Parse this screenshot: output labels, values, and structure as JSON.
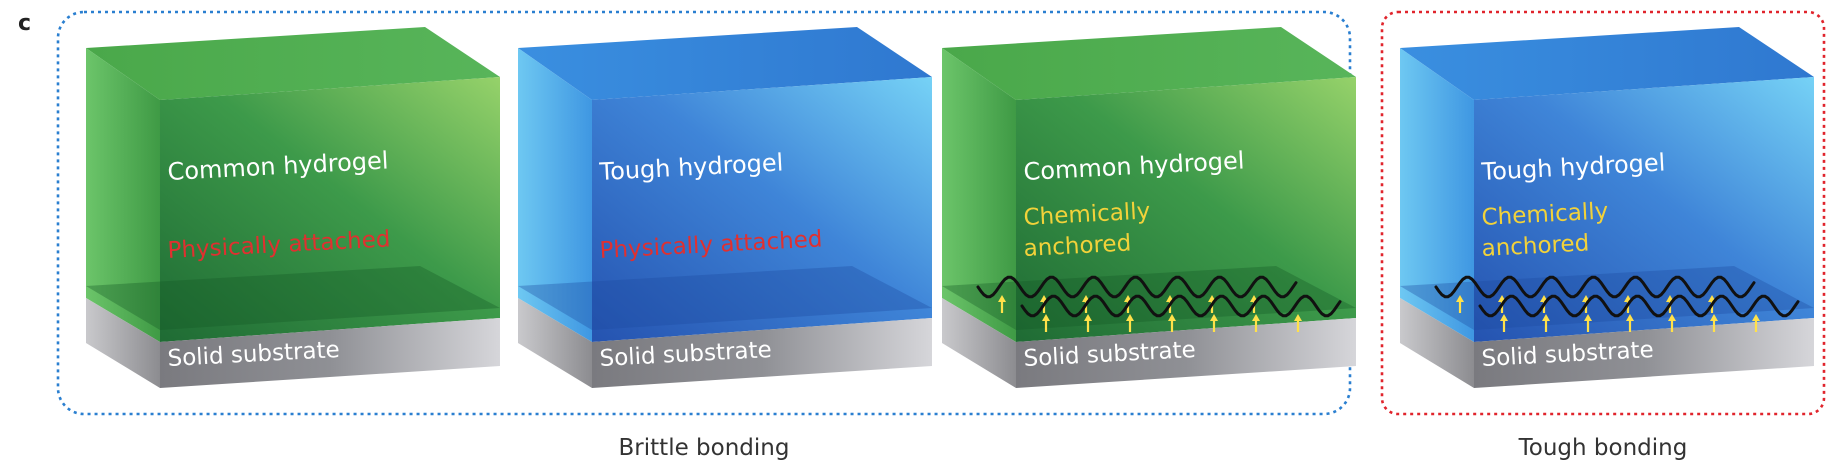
{
  "panel_label": "c",
  "groups": [
    {
      "label": "Brittle bonding",
      "border_color": "#2a7fd0"
    },
    {
      "label": "Tough bonding",
      "border_color": "#e0242c"
    }
  ],
  "panels": [
    {
      "hydrogel_label": "Common hydrogel",
      "interface_label": "Physically attached",
      "interface_color": "#e03030",
      "substrate_label": "Solid substrate",
      "gel_color": "green",
      "chemical_anchors": false
    },
    {
      "hydrogel_label": "Tough hydrogel",
      "interface_label": "Physically attached",
      "interface_color": "#e03030",
      "substrate_label": "Solid substrate",
      "gel_color": "blue",
      "chemical_anchors": false
    },
    {
      "hydrogel_label": "Common hydrogel",
      "interface_label_line1": "Chemically",
      "interface_label_line2": "anchored",
      "interface_color": "#f2d23a",
      "substrate_label": "Solid substrate",
      "gel_color": "green",
      "chemical_anchors": true
    },
    {
      "hydrogel_label": "Tough hydrogel",
      "interface_label_line1": "Chemically",
      "interface_label_line2": "anchored",
      "interface_color": "#f2d23a",
      "substrate_label": "Solid substrate",
      "gel_color": "blue",
      "chemical_anchors": true
    }
  ]
}
